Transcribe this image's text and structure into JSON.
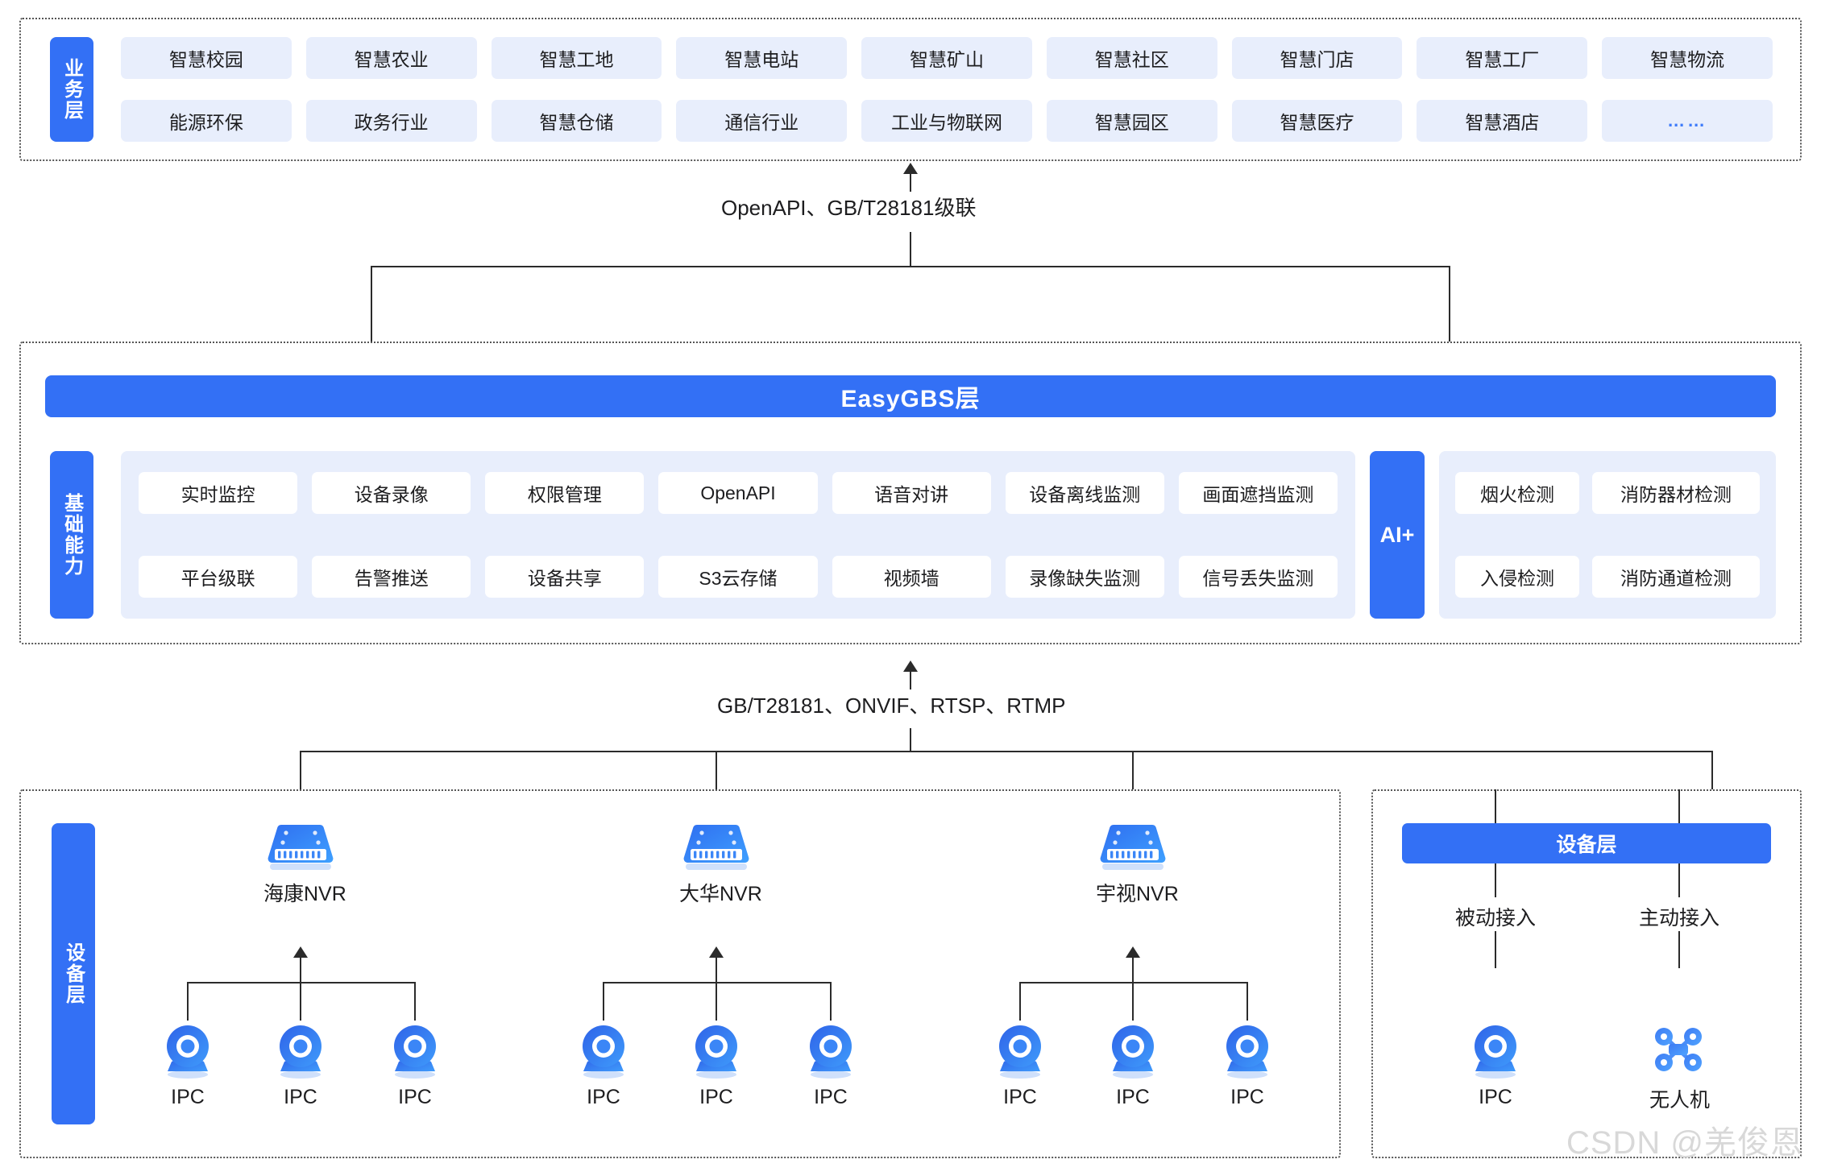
{
  "business": {
    "side_label": "业务层",
    "items": [
      "智慧校园",
      "智慧农业",
      "智慧工地",
      "智慧电站",
      "智慧矿山",
      "智慧社区",
      "智慧门店",
      "智慧工厂",
      "智慧物流",
      "能源环保",
      "政务行业",
      "智慧仓储",
      "通信行业",
      "工业与物联网",
      "智慧园区",
      "智慧医疗",
      "智慧酒店",
      "……"
    ]
  },
  "connector_top": {
    "label": "OpenAPI、GB/T28181级联"
  },
  "gbs": {
    "bar_label": "EasyGBS层",
    "capability_side_label": "基础能力",
    "capabilities": [
      "实时监控",
      "设备录像",
      "权限管理",
      "OpenAPI",
      "语音对讲",
      "设备离线监测",
      "画面遮挡监测",
      "平台级联",
      "告警推送",
      "设备共享",
      "S3云存储",
      "视频墙",
      "录像缺失监测",
      "信号丢失监测"
    ],
    "ai_label": "AI+",
    "ai_items": [
      "烟火检测",
      "消防器材检测",
      "入侵检测",
      "消防通道检测"
    ]
  },
  "connector_mid": {
    "label": "GB/T28181、ONVIF、RTSP、RTMP"
  },
  "device": {
    "side_label": "设备层",
    "nvrs": [
      {
        "name": "海康NVR",
        "icon": "nvr-icon",
        "children": [
          "IPC",
          "IPC",
          "IPC"
        ]
      },
      {
        "name": "大华NVR",
        "icon": "nvr-icon",
        "children": [
          "IPC",
          "IPC",
          "IPC"
        ]
      },
      {
        "name": "宇视NVR",
        "icon": "nvr-icon",
        "children": [
          "IPC",
          "IPC",
          "IPC"
        ]
      }
    ],
    "ipc_label": "IPC"
  },
  "right_panel": {
    "bar_label": "设备层",
    "branches": [
      {
        "mode": "被动接入",
        "device": "IPC",
        "icon": "ipc-camera-icon"
      },
      {
        "mode": "主动接入",
        "device": "无人机",
        "icon": "drone-icon"
      }
    ]
  },
  "watermark": "CSDN @羌俊恩",
  "colors": {
    "brand_blue": "#3370f5",
    "chip_blue": "#e8eefc",
    "line": "#2b2b2b",
    "text": "#1d1d1f"
  }
}
